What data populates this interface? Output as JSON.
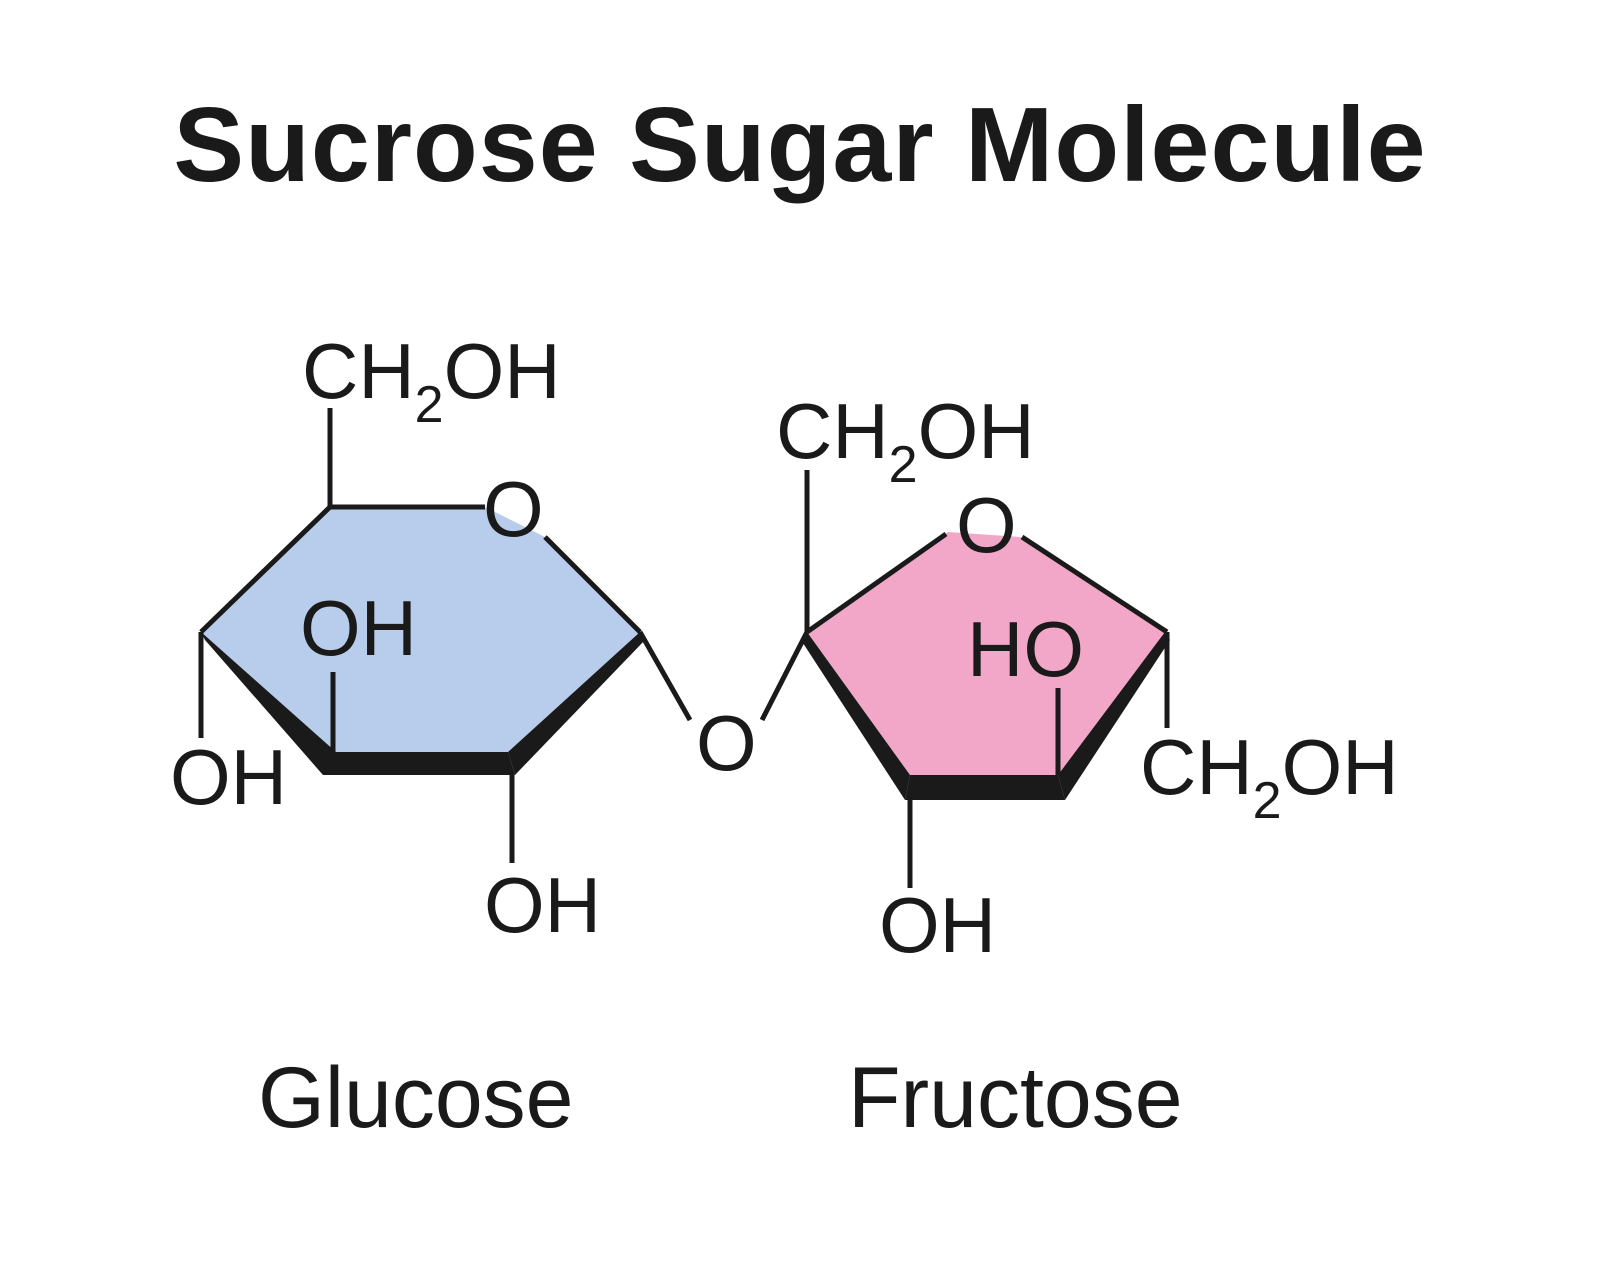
{
  "title": "Sucrose Sugar Molecule",
  "colors": {
    "glucose_fill": "#b7cdeb",
    "fructose_fill": "#f2a7c8",
    "line": "#1a1a1a"
  },
  "glucose": {
    "name": "Glucose",
    "ring_oxygen": "O",
    "ch2oh": {
      "main": "CH",
      "sub": "2",
      "tail": "OH"
    },
    "hydroxyls": [
      "OH",
      "OH",
      "OH"
    ]
  },
  "linkage": {
    "oxygen": "O"
  },
  "fructose": {
    "name": "Fructose",
    "ring_oxygen": "O",
    "ch2oh_top": {
      "main": "CH",
      "sub": "2",
      "tail": "OH"
    },
    "ch2oh_right": {
      "main": "CH",
      "sub": "2",
      "tail": "OH"
    },
    "ho": "HO",
    "hydroxyl_bottom": "OH"
  }
}
